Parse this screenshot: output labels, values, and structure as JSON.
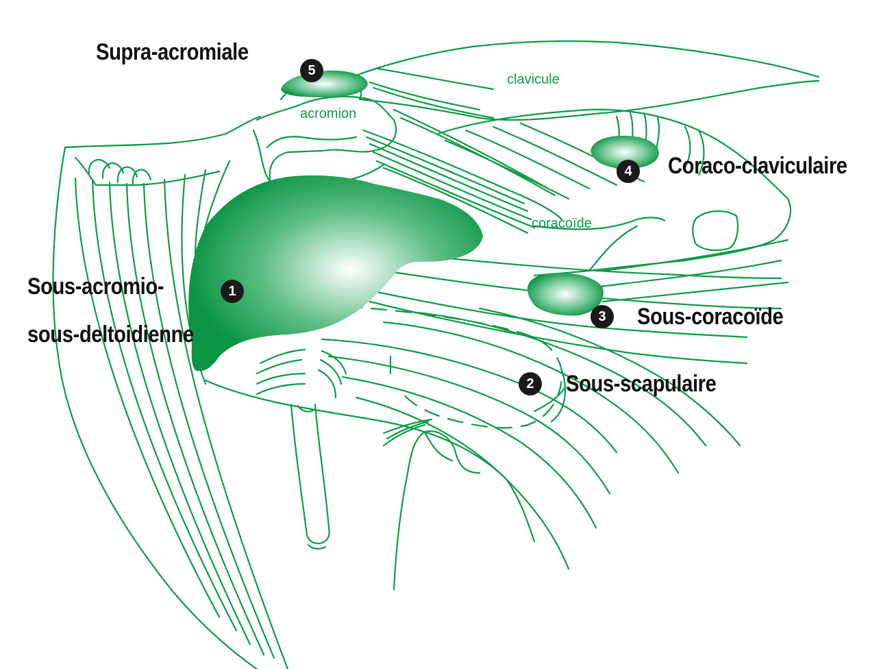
{
  "colors": {
    "accent": "#0c9a46",
    "bursa": "#0a9444",
    "text": "#111111",
    "marker": "#1a1a1a"
  },
  "bones": {
    "clavicule": "clavicule",
    "acromion": "acromion",
    "coracoide": "coracoïde"
  },
  "bursae": [
    {
      "number": "1",
      "label_line1": "Sous-acromio-",
      "label_line2": "sous-deltoidienne"
    },
    {
      "number": "2",
      "label": "Sous-scapulaire"
    },
    {
      "number": "3",
      "label": "Sous-coracoïde"
    },
    {
      "number": "4",
      "label": "Coraco-claviculaire"
    },
    {
      "number": "5",
      "label": "Supra-acromiale"
    }
  ]
}
